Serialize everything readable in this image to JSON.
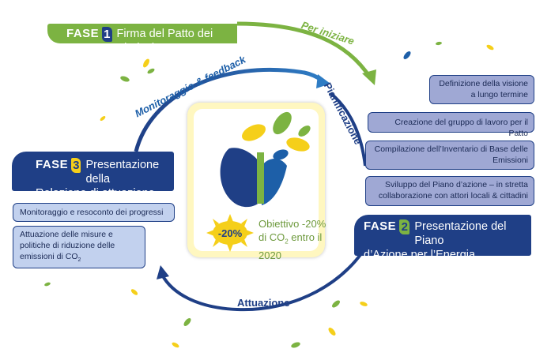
{
  "fase1": {
    "fase": "FASE",
    "number": "1",
    "title": "Firma del Patto dei Sindaci"
  },
  "fase2": {
    "fase": "FASE",
    "number": "2",
    "title_line1": "Presentazione del Piano",
    "title_line2": "d’Azione per l’Energia Sostenibile"
  },
  "fase3": {
    "fase": "FASE",
    "number": "3",
    "title_line1": "Presentazione della",
    "title_line2": "Relazione di attuazione"
  },
  "cycle_labels": {
    "per_iniziare": "Per iniziare",
    "monitoraggio": "Monitoraggio & feedback",
    "pianificazione": "Pianificazione",
    "attuazione": "Attuazione"
  },
  "planning_steps": [
    {
      "line1": "Definizione della visione",
      "line2": "a lungo termine"
    },
    {
      "line1": "Creazione del gruppo di lavoro per il Patto",
      "line2": ""
    },
    {
      "line1": "Compilazione dell’Inventario di Base delle",
      "line2": "Emissioni"
    },
    {
      "line1": "Sviluppo del Piano d’azione – in stretta",
      "line2": "collaborazione con attori locali & cittadini"
    }
  ],
  "monitoring_steps": [
    {
      "line1": "Monitoraggio e resoconto dei progressi",
      "line2": "",
      "line3": ""
    },
    {
      "line1": "Attuazione delle misure e",
      "line2": "politiche di riduzione delle",
      "line3": "emissioni di CO"
    }
  ],
  "center": {
    "badge": "-20%",
    "goal_line1": "Obiettivo -20%",
    "goal_line2a": "di CO",
    "goal_line2b": "2",
    "goal_line2c": " entro il",
    "goal_line3": "2020"
  },
  "colors": {
    "green": "#7cb342",
    "blue_dark": "#1f3f86",
    "blue_mid": "#1d5fa8",
    "yellow": "#f5cf1a"
  }
}
